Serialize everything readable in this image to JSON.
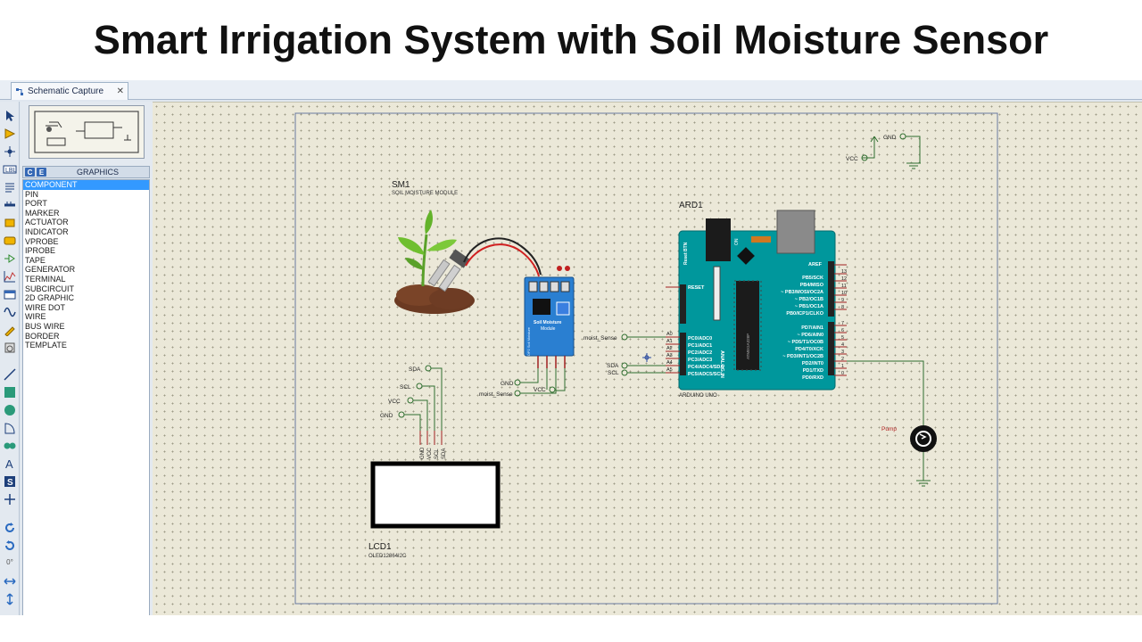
{
  "banner": {
    "title": "Smart Irrigation System with Soil Moisture Sensor"
  },
  "tab": {
    "label": "Schematic Capture"
  },
  "panel": {
    "header_label": "GRAPHICS",
    "mode_buttons": [
      "C",
      "E"
    ],
    "items": [
      "COMPONENT",
      "PIN",
      "PORT",
      "MARKER",
      "ACTUATOR",
      "INDICATOR",
      "VPROBE",
      "IPROBE",
      "TAPE",
      "GENERATOR",
      "TERMINAL",
      "SUBCIRCUIT",
      "2D GRAPHIC",
      "WIRE DOT",
      "WIRE",
      "BUS WIRE",
      "BORDER",
      "TEMPLATE"
    ],
    "selected": "COMPONENT"
  },
  "toolbar": {
    "rotation_value": "0°"
  },
  "schematic": {
    "sensor": {
      "ref": "SM1",
      "name": "SOIL MOISTURE MODULE",
      "board_text": "Soil Moisture",
      "board_sub": "Module",
      "board_side": "DP2 Soil Moisture"
    },
    "arduino": {
      "ref": "ARD1",
      "name": "ARDUINO UNO",
      "board_text": "ARDUINO UNO",
      "reset_btn": "Reset BTN",
      "on_label": "ON",
      "reset_pin": "RESET",
      "aref": "AREF",
      "analog_in": "ANALOG IN",
      "chip": "ATMEGA328P",
      "right_pins_top": [
        "PB5/SCK",
        "PB4/MISO",
        "~ PB3/MOSI/OC2A",
        "~ PB2/OC1B",
        "~ PB1/OC1A",
        "PB0/ICP1/CLKO"
      ],
      "right_nums_top": [
        "13",
        "12",
        "11",
        "10",
        "9",
        "8"
      ],
      "right_pins_bot": [
        "PD7/AIN1",
        "~ PD6/AIN0",
        "~ PD5/T1/OC0B",
        "PD4/T0/XCK",
        "~ PD3/INT1/OC2B",
        "PD2/INT0",
        "PD1/TXD",
        "PD0/RXD"
      ],
      "right_nums_bot": [
        "7",
        "6",
        "5",
        "4",
        "3",
        "2",
        "1",
        "0"
      ],
      "left_pins": [
        "PC0/ADC0",
        "PC1/ADC1",
        "PC2/ADC2",
        "PC3/ADC3",
        "PC4/ADC4/SDA",
        "PC5/ADC5/SCL"
      ],
      "left_nums": [
        "A0",
        "A1",
        "A2",
        "A3",
        "A4",
        "A5"
      ]
    },
    "lcd": {
      "ref": "LCD1",
      "name": "OLED12864I2C",
      "pins": [
        "GND",
        "VCC",
        "SCL",
        "SDA"
      ]
    },
    "terminals": {
      "sda": "SDA",
      "scl": "SCL",
      "vcc": "VCC",
      "gnd": "GND",
      "moist_sense": "moist_Sense",
      "pump": "Pump"
    }
  },
  "colors": {
    "canvas": "#ebe8d8",
    "wire": "#2f6e2f",
    "pin_red": "#a02020",
    "arduino": "#00979c",
    "sensor_board": "#2a7fd1"
  }
}
